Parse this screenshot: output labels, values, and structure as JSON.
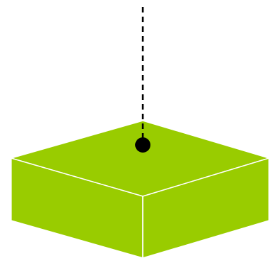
{
  "diagram": {
    "shape": "box-isometric",
    "colors": {
      "background": "#ffffff",
      "box_fill": "#99CC00",
      "box_edge": "#ffffff",
      "axis_line": "#000000",
      "point": "#000000"
    },
    "elements": {
      "box": "isometric-box",
      "axis": "vertical-dashed-line",
      "point": "contact-point"
    }
  }
}
